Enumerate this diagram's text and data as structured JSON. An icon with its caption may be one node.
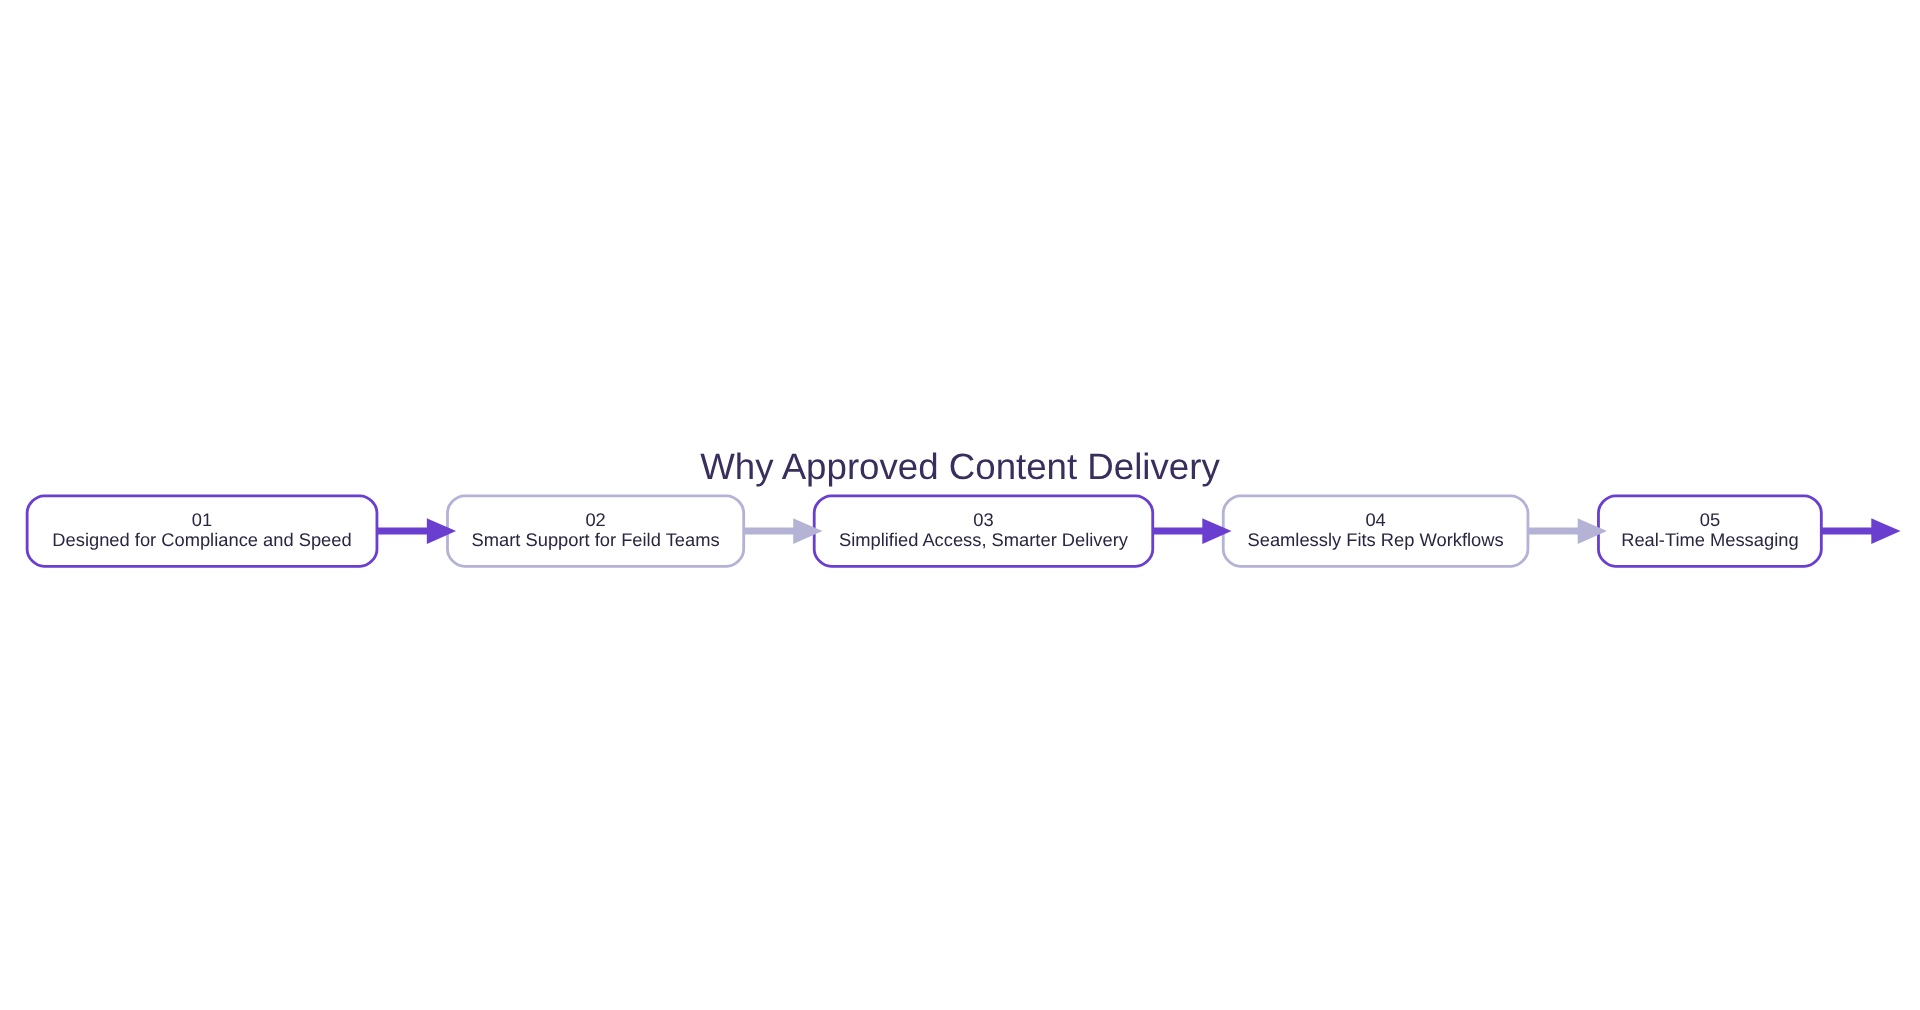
{
  "diagram": {
    "title": "Why Approved Content Delivery",
    "nodes": [
      {
        "text": [
          "01",
          "Designed for Compliance and Speed"
        ]
      },
      {
        "text": [
          "02",
          "Smart Support for Feild Teams"
        ]
      },
      {
        "text": [
          "03",
          "Simplified Access, Smarter Delivery"
        ]
      },
      {
        "text": [
          "04",
          "Seamlessly Fits Rep Workflows"
        ]
      },
      {
        "text": [
          "05",
          "Real-Time Messaging"
        ]
      }
    ],
    "edges": [
      {
        "from": 0,
        "to": 1,
        "arrow": "to"
      },
      {
        "from": 1,
        "to": 2,
        "arrow": "to",
        "color": "#b4b3d6"
      },
      {
        "from": 2,
        "to": 3,
        "arrow": "to"
      },
      {
        "from": 3,
        "to": 4,
        "arrow": "to",
        "color": "#b4b3d6"
      },
      {
        "from": 4,
        "to": null,
        "arrow": "to"
      }
    ]
  }
}
